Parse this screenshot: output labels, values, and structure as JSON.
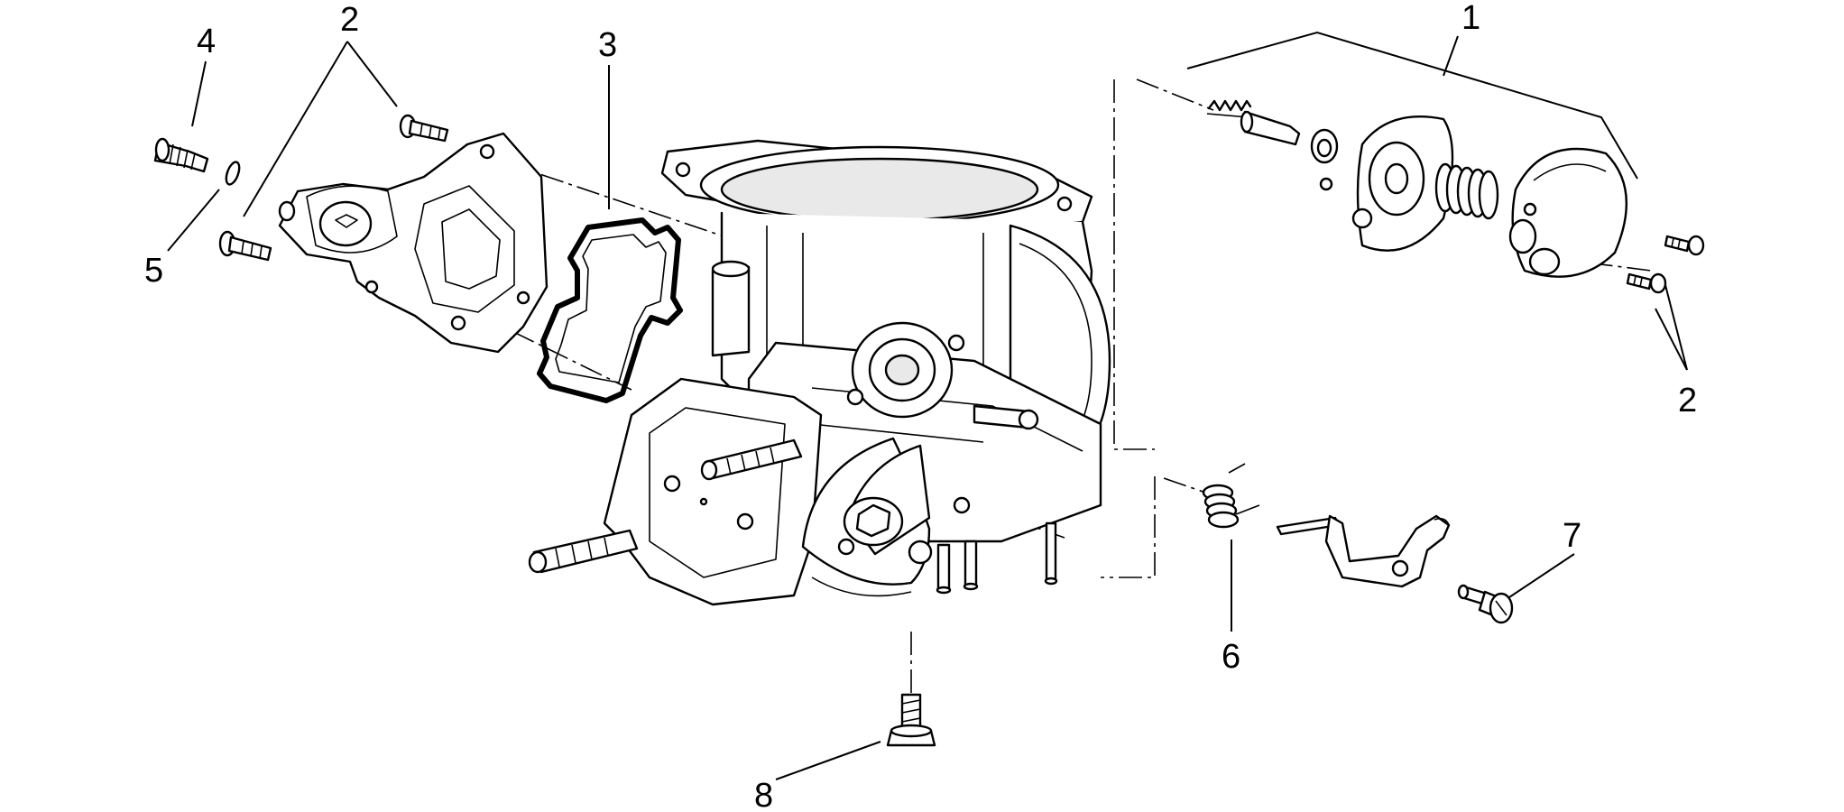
{
  "diagram": {
    "callouts": [
      {
        "id": "c1",
        "text": "1"
      },
      {
        "id": "c2-left",
        "text": "2"
      },
      {
        "id": "c2-right",
        "text": "2"
      },
      {
        "id": "c3",
        "text": "3"
      },
      {
        "id": "c4",
        "text": "4"
      },
      {
        "id": "c5",
        "text": "5"
      },
      {
        "id": "c6",
        "text": "6"
      },
      {
        "id": "c7",
        "text": "7"
      },
      {
        "id": "c8",
        "text": "8"
      }
    ],
    "parts": [
      {
        "ref": "1",
        "icon": "valve-cover-assembly-icon"
      },
      {
        "ref": "2",
        "icon": "screw-icon"
      },
      {
        "ref": "3",
        "icon": "gasket-icon"
      },
      {
        "ref": "4",
        "icon": "adjusting-screw-icon"
      },
      {
        "ref": "5",
        "icon": "o-ring-icon"
      },
      {
        "ref": "6",
        "icon": "torsion-spring-icon"
      },
      {
        "ref": "7",
        "icon": "shoulder-screw-icon"
      },
      {
        "ref": "8",
        "icon": "screw-icon"
      }
    ]
  }
}
